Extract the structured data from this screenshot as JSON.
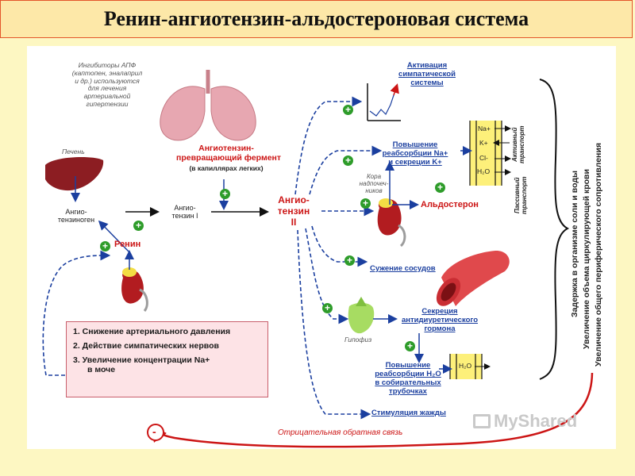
{
  "title": "Ренин-ангиотензин-альдостероновая система",
  "inhibitors": [
    "Ингибиторы АПФ",
    "(каптопен, эналаприл",
    "и др.) используются",
    "для лечения",
    "артериальной",
    "гипертензии"
  ],
  "liver": "Печень",
  "angiotensinogen": [
    "Ангио-",
    "тензиноген"
  ],
  "renin": "Ренин",
  "ace": [
    "Ангиотензин-",
    "превращающий фермент"
  ],
  "ace_sub": "(в капиллярах легких)",
  "angiotensin1": [
    "Ангио-",
    "тензин I"
  ],
  "angiotensin2": [
    "Ангио-",
    "тензин",
    "II"
  ],
  "sympathetic": [
    "Активация",
    "симпатической",
    "системы"
  ],
  "reabsorption_na": [
    "Повышение",
    "реабсорбции Na+",
    "и секреции K+"
  ],
  "adrenal_cortex": [
    "Кора",
    "надпочеч-",
    "ников"
  ],
  "aldosterone": "Альдостерон",
  "ions": [
    "Na+",
    "K+",
    "Cl-",
    "H₂O"
  ],
  "active_transport": [
    "Активный",
    "транспорт"
  ],
  "passive_transport": [
    "Пассивный",
    "транспорт"
  ],
  "vasoconstriction": "Сужение сосудов",
  "hypophysis": "Гипофиз",
  "adh": [
    "Секреция",
    "антидиуретического",
    "гормона"
  ],
  "reabsorption_h2o": [
    "Повышение",
    "реабсорбции H₂O",
    "в собирательных",
    "трубочках"
  ],
  "h2o_label": "H₂O",
  "thirst": "Стимуляция жажды",
  "effects": [
    "Задержка в организме соли и воды",
    "Увеличение объема циркулирующей крови",
    "Увеличение общего периферического сопротивления"
  ],
  "triggers": [
    "1. Снижение артериального давления",
    "2. Действие симпатических нервов",
    "3. Увеличение концентрации Na+",
    "в моче"
  ],
  "feedback": "Отрицательная обратная связь",
  "minus": "-",
  "plus": "+",
  "watermark": "MyShared"
}
